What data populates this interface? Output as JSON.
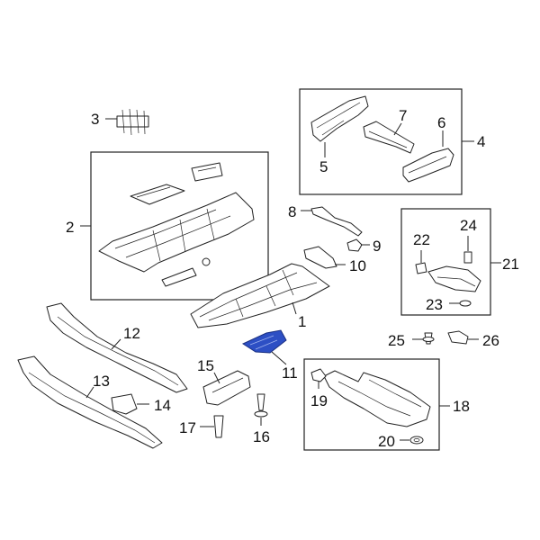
{
  "diagram": {
    "highlight_color": "#2d4fc4",
    "callouts": {
      "c1": "1",
      "c2": "2",
      "c3": "3",
      "c4": "4",
      "c5": "5",
      "c6": "6",
      "c7": "7",
      "c8": "8",
      "c9": "9",
      "c10": "10",
      "c11": "11",
      "c12": "12",
      "c13": "13",
      "c14": "14",
      "c15": "15",
      "c16": "16",
      "c17": "17",
      "c18": "18",
      "c19": "19",
      "c20": "20",
      "c21": "21",
      "c22": "22",
      "c23": "23",
      "c24": "24",
      "c25": "25",
      "c26": "26"
    },
    "highlighted_part": "11"
  }
}
